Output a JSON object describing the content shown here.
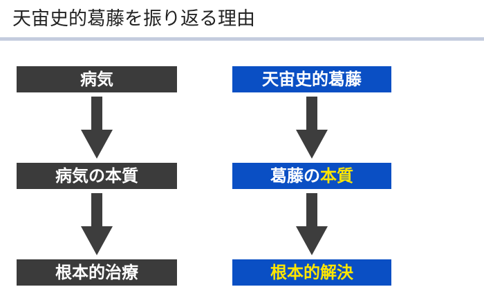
{
  "slide": {
    "title": "天宙史的葛藤を振り返る理由"
  },
  "left_column": {
    "step1": "病気",
    "step2": "病気の本質",
    "step3": "根本的治療"
  },
  "right_column": {
    "step1": "天宙史的葛藤",
    "step2_prefix": "葛藤の",
    "step2_highlight": "本質",
    "step3": "根本的解決"
  },
  "colors": {
    "dark_box": "#3b3b3b",
    "blue_box": "#0a4fc4",
    "highlight_text": "#ffe600",
    "arrow": "#3d3d3d",
    "title_rule": "#c4ccde"
  }
}
